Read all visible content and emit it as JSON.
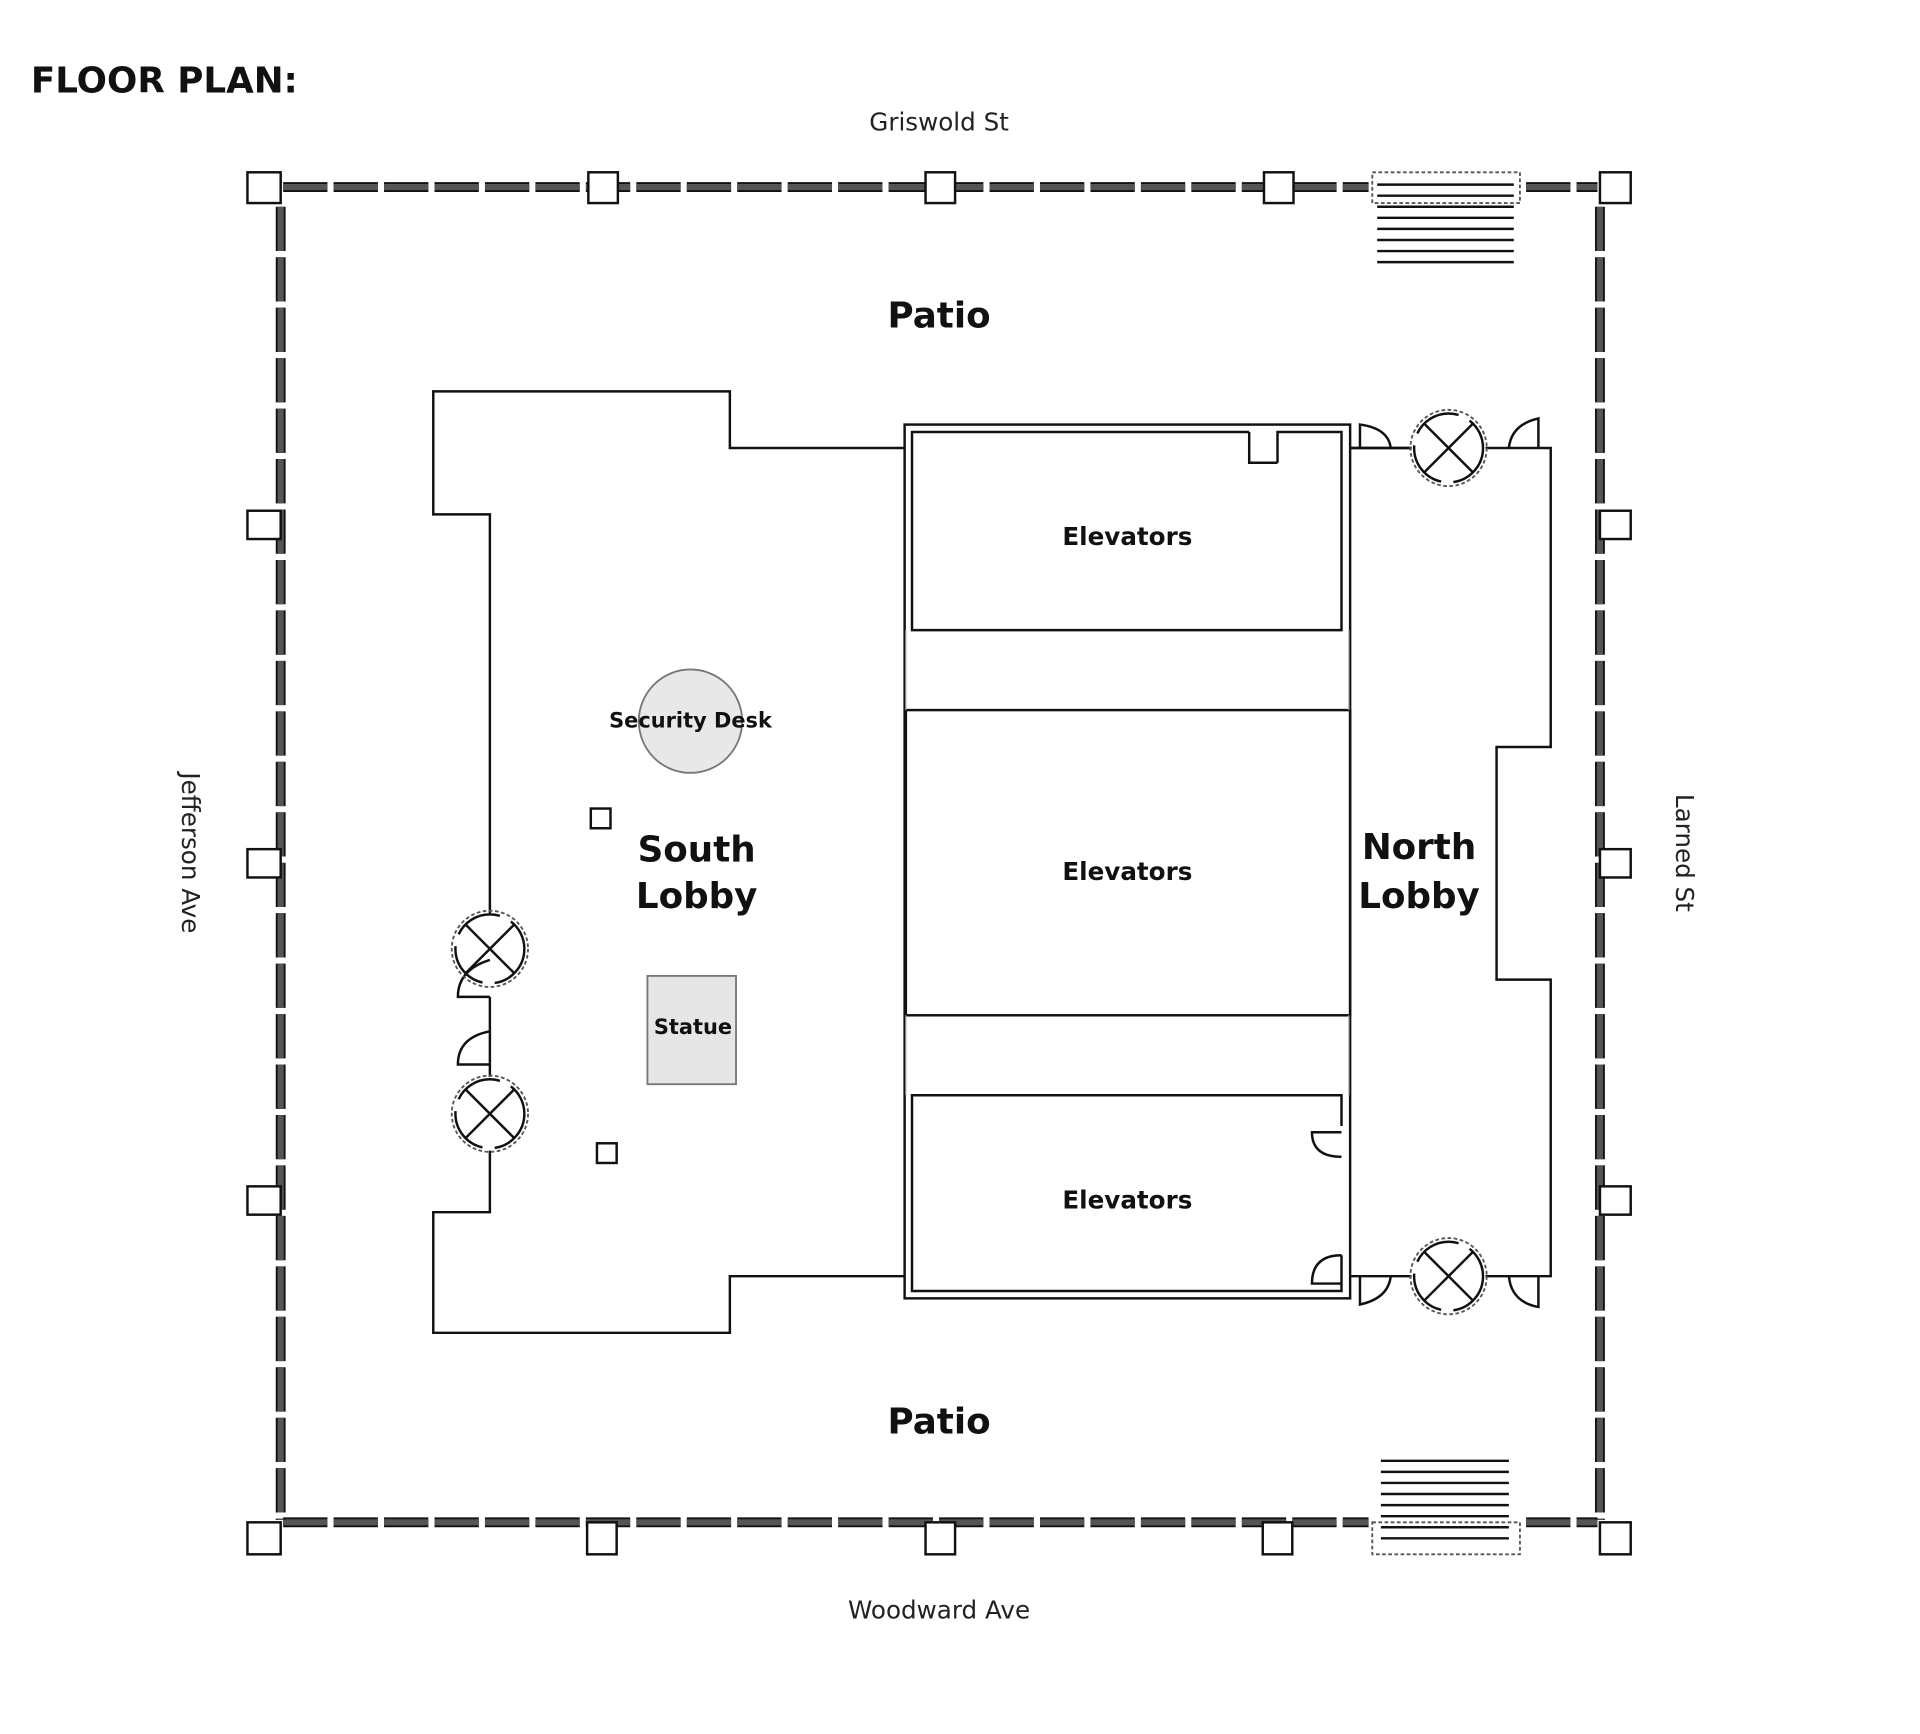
{
  "title": "FLOOR PLAN:",
  "streets": {
    "north": "Griswold St",
    "south": "Woodward Ave",
    "west": "Jefferson Ave",
    "east": "Larned St"
  },
  "areas": {
    "patio_top": "Patio",
    "patio_bottom": "Patio",
    "south_lobby": [
      "South",
      "Lobby"
    ],
    "north_lobby": [
      "North",
      "Lobby"
    ],
    "elevators_top": "Elevators",
    "elevators_middle": "Elevators",
    "elevators_bottom": "Elevators",
    "security_desk": "Security Desk",
    "statue": "Statue"
  },
  "colors": {
    "line": "#111111",
    "fixture_fill": "#e6e6e6"
  }
}
